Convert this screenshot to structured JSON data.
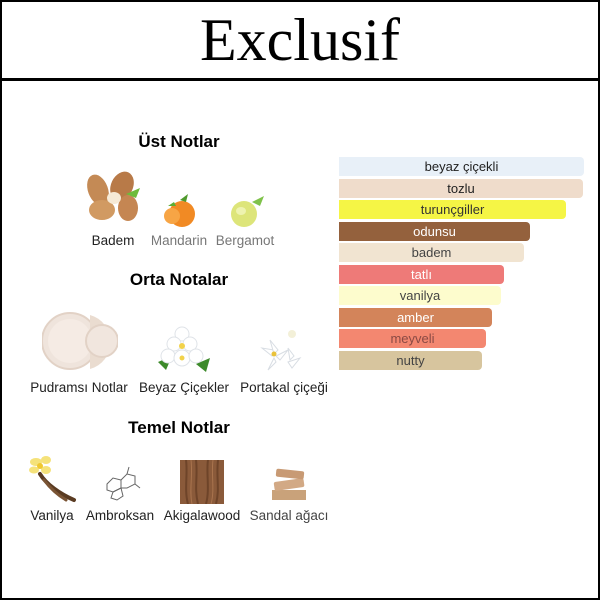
{
  "title": "Exclusif",
  "sections": {
    "top": {
      "title": "Üst Notlar",
      "notes": [
        {
          "label": "Badem",
          "color": "#222222",
          "icon": "almond-icon"
        },
        {
          "label": "Mandarin",
          "color": "#777777",
          "icon": "mandarin-icon"
        },
        {
          "label": "Bergamot",
          "color": "#777777",
          "icon": "bergamot-icon"
        }
      ]
    },
    "middle": {
      "title": "Orta Notalar",
      "notes": [
        {
          "label": "Pudramsı Notlar",
          "color": "#222222",
          "icon": "powder-icon"
        },
        {
          "label": "Beyaz Çiçekler",
          "color": "#222222",
          "icon": "white-flowers-icon"
        },
        {
          "label": "Portakal çiçeği",
          "color": "#222222",
          "icon": "orange-blossom-icon"
        }
      ]
    },
    "base": {
      "title": "Temel Notlar",
      "notes": [
        {
          "label": "Vanilya",
          "color": "#222222",
          "icon": "vanilla-icon"
        },
        {
          "label": "Ambroksan",
          "color": "#222222",
          "icon": "molecule-icon"
        },
        {
          "label": "Akigalawood",
          "color": "#222222",
          "icon": "wood-icon"
        },
        {
          "label": "Sandal ağacı",
          "color": "#444444",
          "icon": "sandalwood-icon"
        }
      ]
    }
  },
  "accords": [
    {
      "label": "beyaz çiçekli",
      "color": "#e8f0f8",
      "text": "#222222",
      "strength": 1.0
    },
    {
      "label": "tozlu",
      "color": "#efdccb",
      "text": "#222222",
      "strength": 0.995
    },
    {
      "label": "turunçgiller",
      "color": "#f5f545",
      "text": "#333333",
      "strength": 0.925
    },
    {
      "label": "odunsu",
      "color": "#94613d",
      "text": "#ffffff",
      "strength": 0.78
    },
    {
      "label": "badem",
      "color": "#f1e4d1",
      "text": "#444444",
      "strength": 0.755
    },
    {
      "label": "tatlı",
      "color": "#ee7a78",
      "text": "#ffffff",
      "strength": 0.675
    },
    {
      "label": "vanilya",
      "color": "#fdfccd",
      "text": "#444444",
      "strength": 0.66
    },
    {
      "label": "amber",
      "color": "#d3845a",
      "text": "#ffffff",
      "strength": 0.625
    },
    {
      "label": "meyveli",
      "color": "#f38770",
      "text": "#8a4a44",
      "strength": 0.6
    },
    {
      "label": "nutty",
      "color": "#d7c59e",
      "text": "#444444",
      "strength": 0.585
    }
  ]
}
